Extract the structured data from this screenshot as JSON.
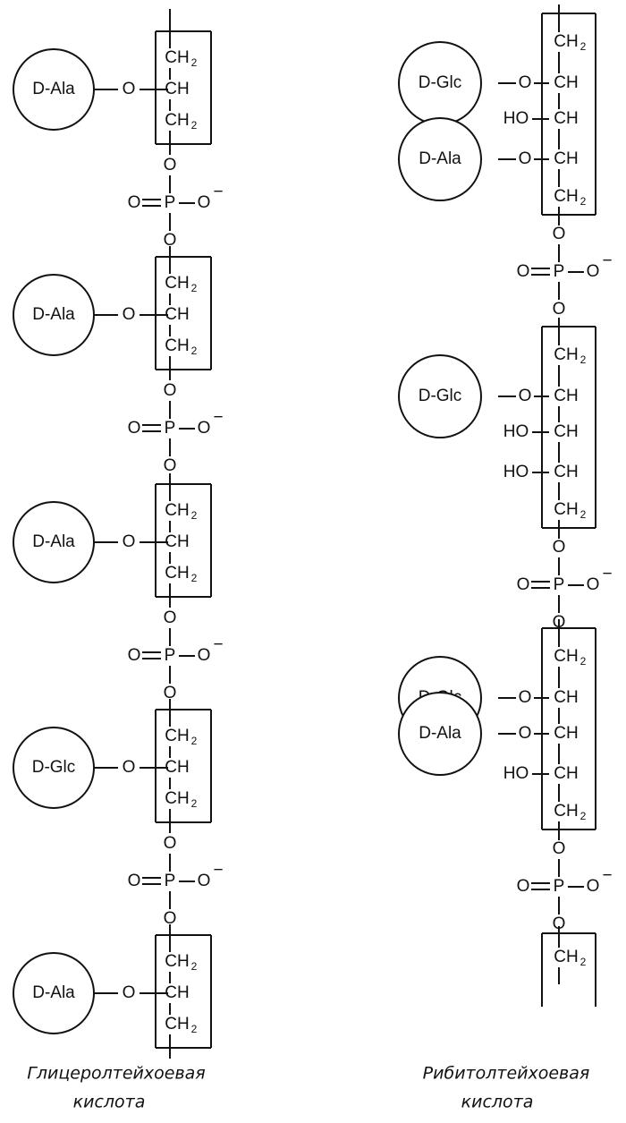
{
  "atoms": {
    "ch2": "CH",
    "sub2": "2",
    "ch": "CH",
    "o": "O",
    "p": "P",
    "o_minus": "O",
    "minus": "−",
    "ho": "HO",
    "eq": "="
  },
  "glycerol": {
    "caption_line1": "Глицеролтейхоевая",
    "caption_line2": "кислота",
    "units": [
      {
        "substituent": "D-Ala"
      },
      {
        "substituent": "D-Ala"
      },
      {
        "substituent": "D-Ala"
      },
      {
        "substituent": "D-Glc"
      },
      {
        "substituent": "D-Ala"
      }
    ]
  },
  "ribitol": {
    "caption_line1": "Рибитолтейхоевая",
    "caption_line2": "кислота",
    "units": [
      {
        "groups": [
          "D-Glc",
          "HO",
          "D-Ala"
        ]
      },
      {
        "groups": [
          "D-Glc",
          "HO",
          "HO"
        ]
      },
      {
        "groups": [
          "D-Glc",
          "D-Ala",
          "HO"
        ]
      }
    ]
  }
}
